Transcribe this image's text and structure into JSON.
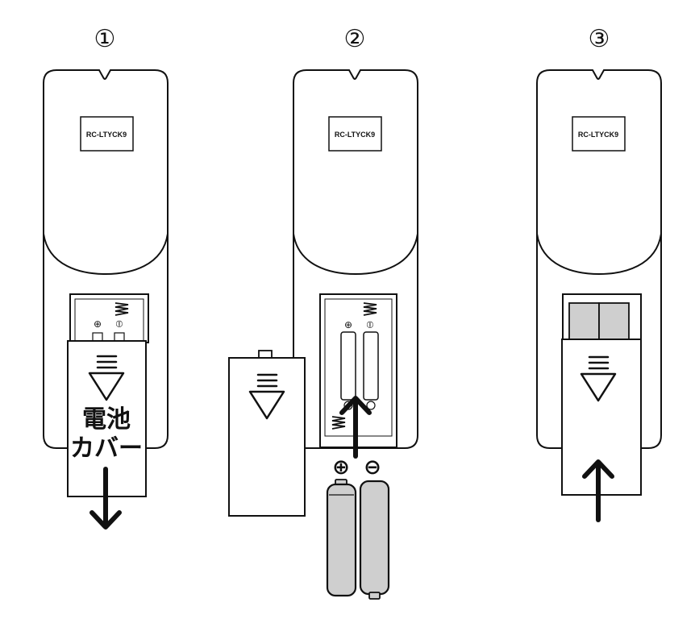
{
  "steps": [
    {
      "number": "①",
      "model": "RC-LTYCK9",
      "pos_mark": "⊕",
      "neg_mark": "⦶",
      "cover_label_line1": "電池",
      "cover_label_line2": "カバー"
    },
    {
      "number": "②",
      "model": "RC-LTYCK9",
      "pos_mark": "⊕",
      "neg_mark": "⦶"
    },
    {
      "number": "③",
      "model": "RC-LTYCK9"
    }
  ],
  "batteries": {
    "pos_mark": "⊕",
    "neg_mark": "⊖"
  },
  "colors": {
    "line": "#111111",
    "battery_fill": "#cfcfcf",
    "background": "#ffffff"
  }
}
